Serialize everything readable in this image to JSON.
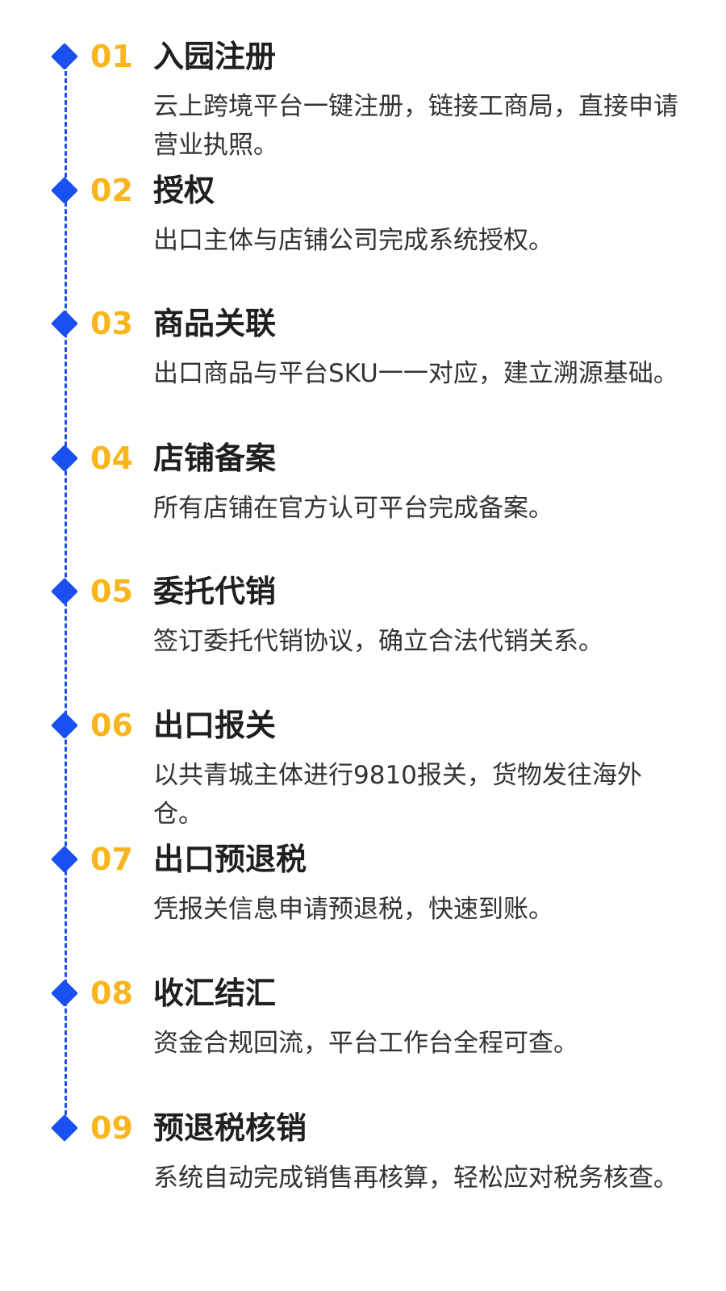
{
  "steps": [
    {
      "number": "01",
      "title": "入园注册",
      "description": "云上跨境平台一键注册，链接工商局，直接申请营业执照。"
    },
    {
      "number": "02",
      "title": "授权",
      "description": "出口主体与店铺公司完成系统授权。"
    },
    {
      "number": "03",
      "title": "商品关联",
      "description": "出口商品与平台SKU一一对应，建立溯源基础。"
    },
    {
      "number": "04",
      "title": "店铺备案",
      "description": "所有店铺在官方认可平台完成备案。"
    },
    {
      "number": "05",
      "title": "委托代销",
      "description": "签订委托代销协议，确立合法代销关系。"
    },
    {
      "number": "06",
      "title": "出口报关",
      "description": "以共青城主体进行9810报关，货物发往海外仓。"
    },
    {
      "number": "07",
      "title": "出口预退税",
      "description": "凭报关信息申请预退税，快速到账。"
    },
    {
      "number": "08",
      "title": "收汇结汇",
      "description": "资金合规回流，平台工作台全程可查。"
    },
    {
      "number": "09",
      "title": "预退税核销",
      "description": "系统自动完成销售再核算，轻松应对税务核查。"
    }
  ],
  "colors": {
    "accent_blue": "#1a4ff0",
    "number_orange": "#f9b51d",
    "title_text": "#1f1f1f",
    "body_text": "#333333"
  },
  "icons": {
    "step_marker": "diamond-icon"
  }
}
